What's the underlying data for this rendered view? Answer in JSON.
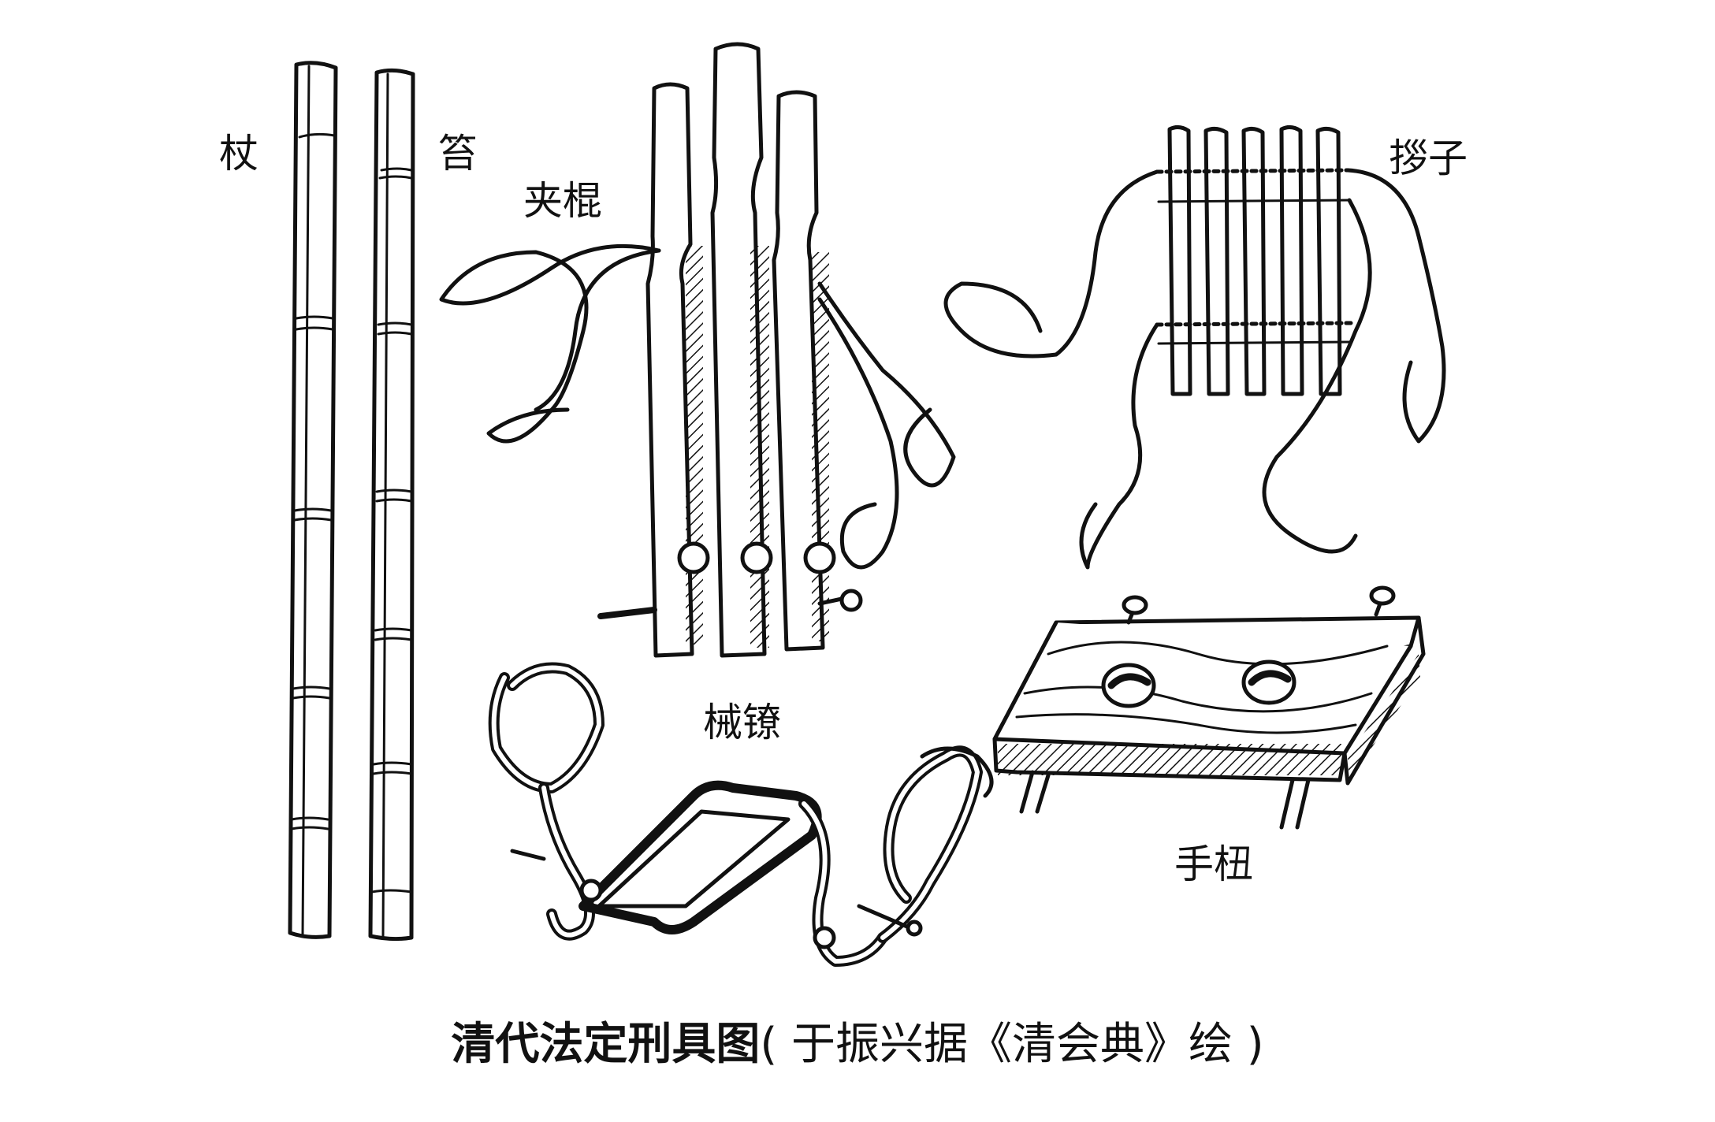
{
  "labels": {
    "zhang": "杖",
    "chi": "笞",
    "jiagun": "夹棍",
    "zanzi": "拶子",
    "xieliao": "械镣",
    "shouniu": "手杻"
  },
  "caption": {
    "main": "清代法定刑具图",
    "sub": "( 于振兴据《清会典》绘 )"
  },
  "colors": {
    "ink": "#111111",
    "paper": "#ffffff"
  }
}
